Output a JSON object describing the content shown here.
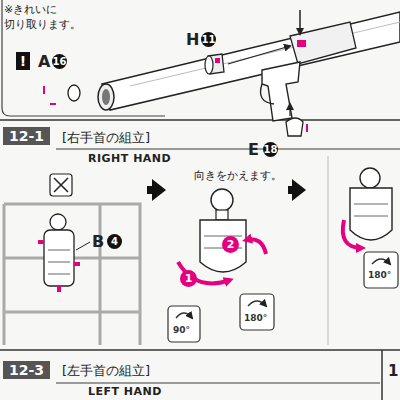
{
  "diagram": {
    "nodes": [
      {
        "text": [
          "B",
          "4"
        ]
      },
      {
        "text": [
          "向きをかえます。",
          "1",
          "2",
          "90°",
          "180°"
        ]
      },
      {
        "text": [
          "180°"
        ]
      }
    ],
    "edges": [
      {
        "from": 0,
        "to": 1,
        "arrow": "to"
      },
      {
        "from": 1,
        "to": 2,
        "arrow": "to"
      }
    ],
    "labels": [
      "※きれいに 切り取ります。",
      "!",
      "A",
      "16",
      "H",
      "11",
      "E",
      "18",
      "12-1",
      "[右手首の組立]",
      "RIGHT HAND",
      "12-3",
      "[左手首の組立]",
      "LEFT HAND",
      "1"
    ]
  }
}
